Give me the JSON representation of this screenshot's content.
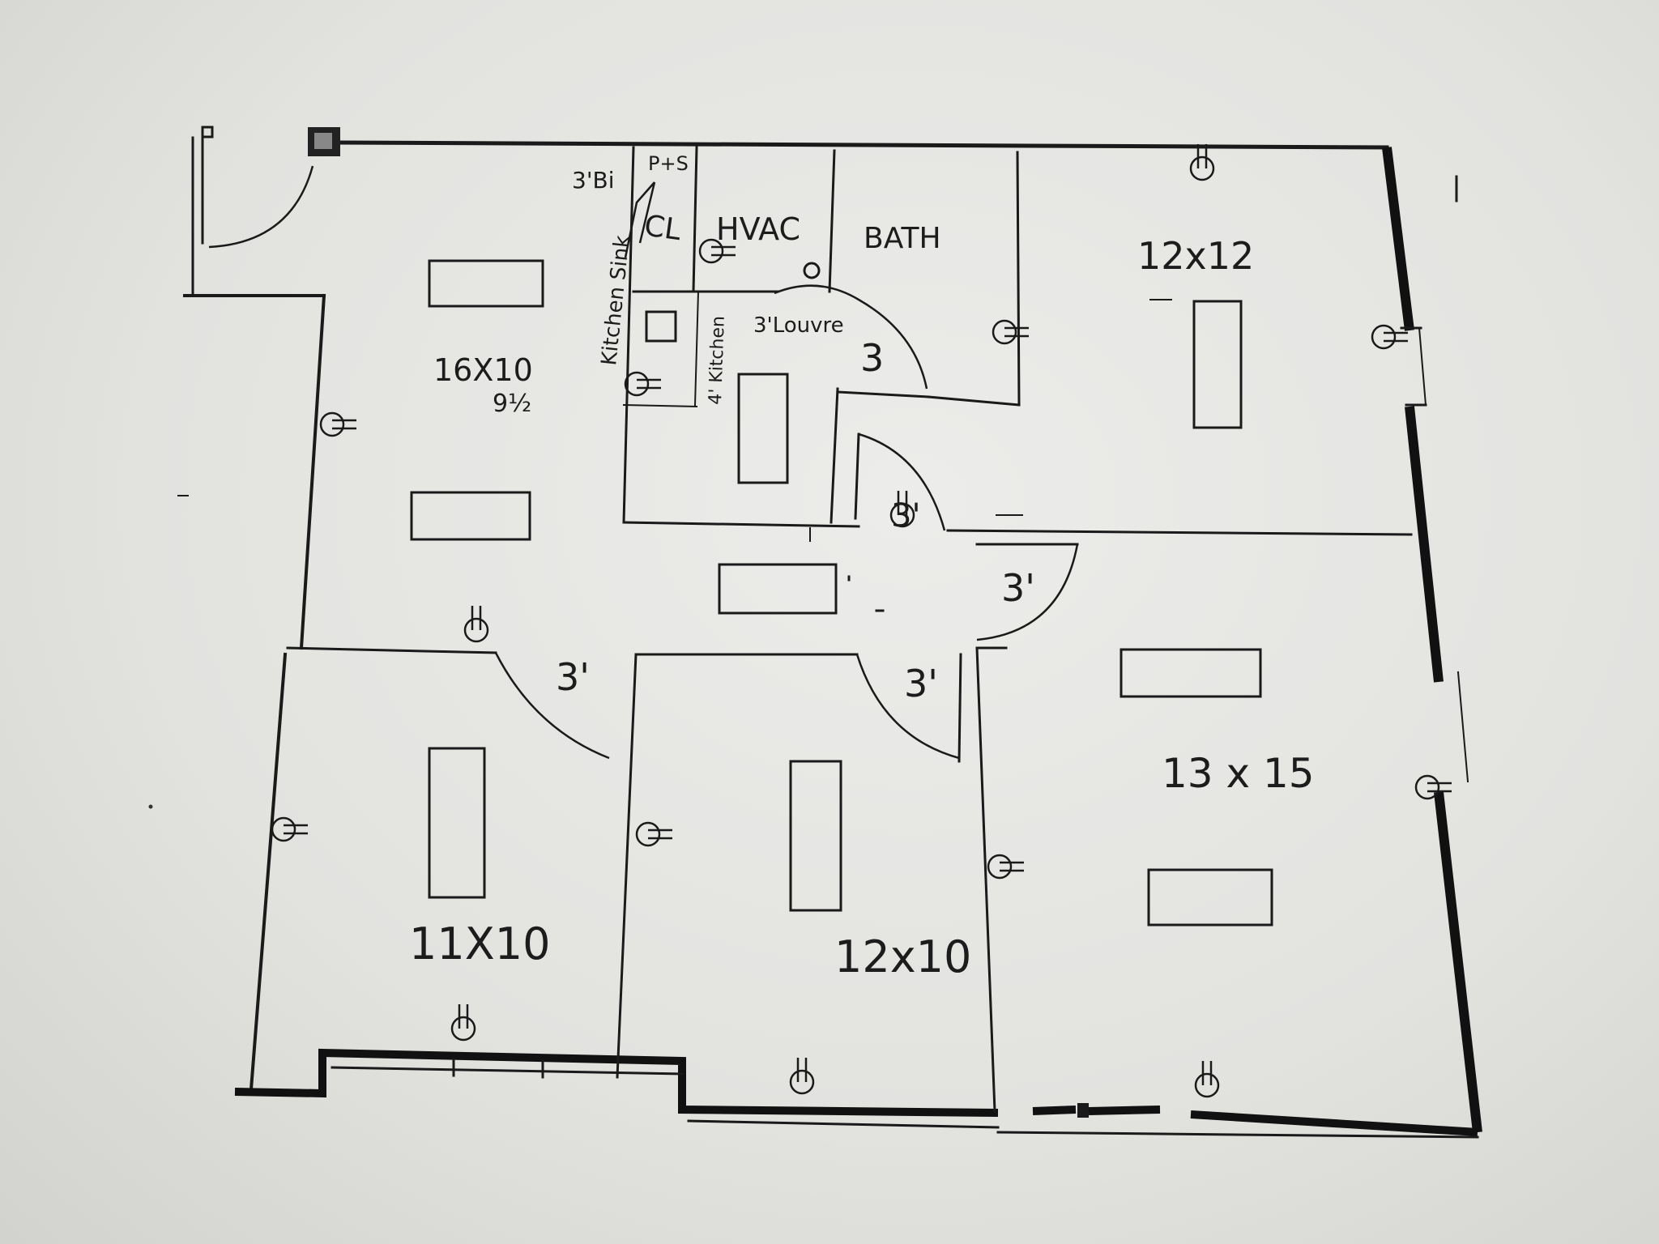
{
  "labels": {
    "room_front": "16X10",
    "room_front_sub": "9½",
    "room_nw": "12x12",
    "room_sw": "11X10",
    "room_s": "12x10",
    "room_se": "13 x 15",
    "hvac": "HVAC",
    "bath": "BATH",
    "closet": "CL",
    "ps": "P+S",
    "bifold": "3'Bi",
    "kitchen_sink": "Kitchen Sink",
    "kitchen_4": "4' Kitchen",
    "louvre": "3'Louvre",
    "door_3_a": "3",
    "door_3_b": "3'",
    "door_3_c": "3'",
    "door_3_d": "3'",
    "door_3_e": "3'"
  },
  "colors": {
    "ink": "#1a1a1a",
    "paper": "#e6e6e3"
  }
}
